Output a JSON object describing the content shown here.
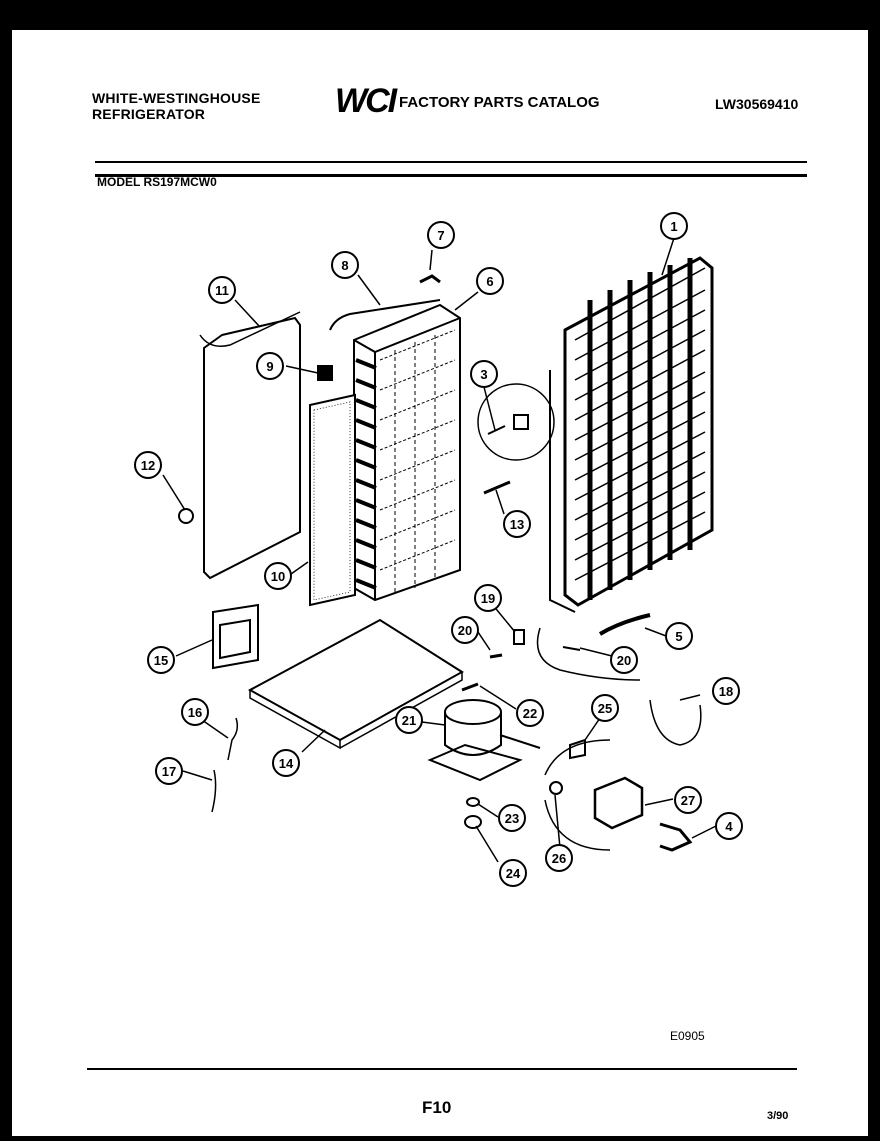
{
  "header": {
    "brand_line1": "WHITE-WESTINGHOUSE",
    "brand_line2": "REFRIGERATOR",
    "logo_text": "WCI",
    "catalog_title": "FACTORY PARTS CATALOG",
    "doc_number": "LW30569410",
    "model_label": "MODEL RS197MCW0"
  },
  "footer": {
    "diagram_code": "E0905",
    "page_number": "F10",
    "date": "3/90"
  },
  "callouts": [
    "1",
    "3",
    "4",
    "5",
    "6",
    "7",
    "8",
    "9",
    "10",
    "11",
    "12",
    "13",
    "14",
    "15",
    "16",
    "17",
    "18",
    "19",
    "20",
    "20",
    "21",
    "22",
    "23",
    "24",
    "25",
    "26",
    "27"
  ]
}
